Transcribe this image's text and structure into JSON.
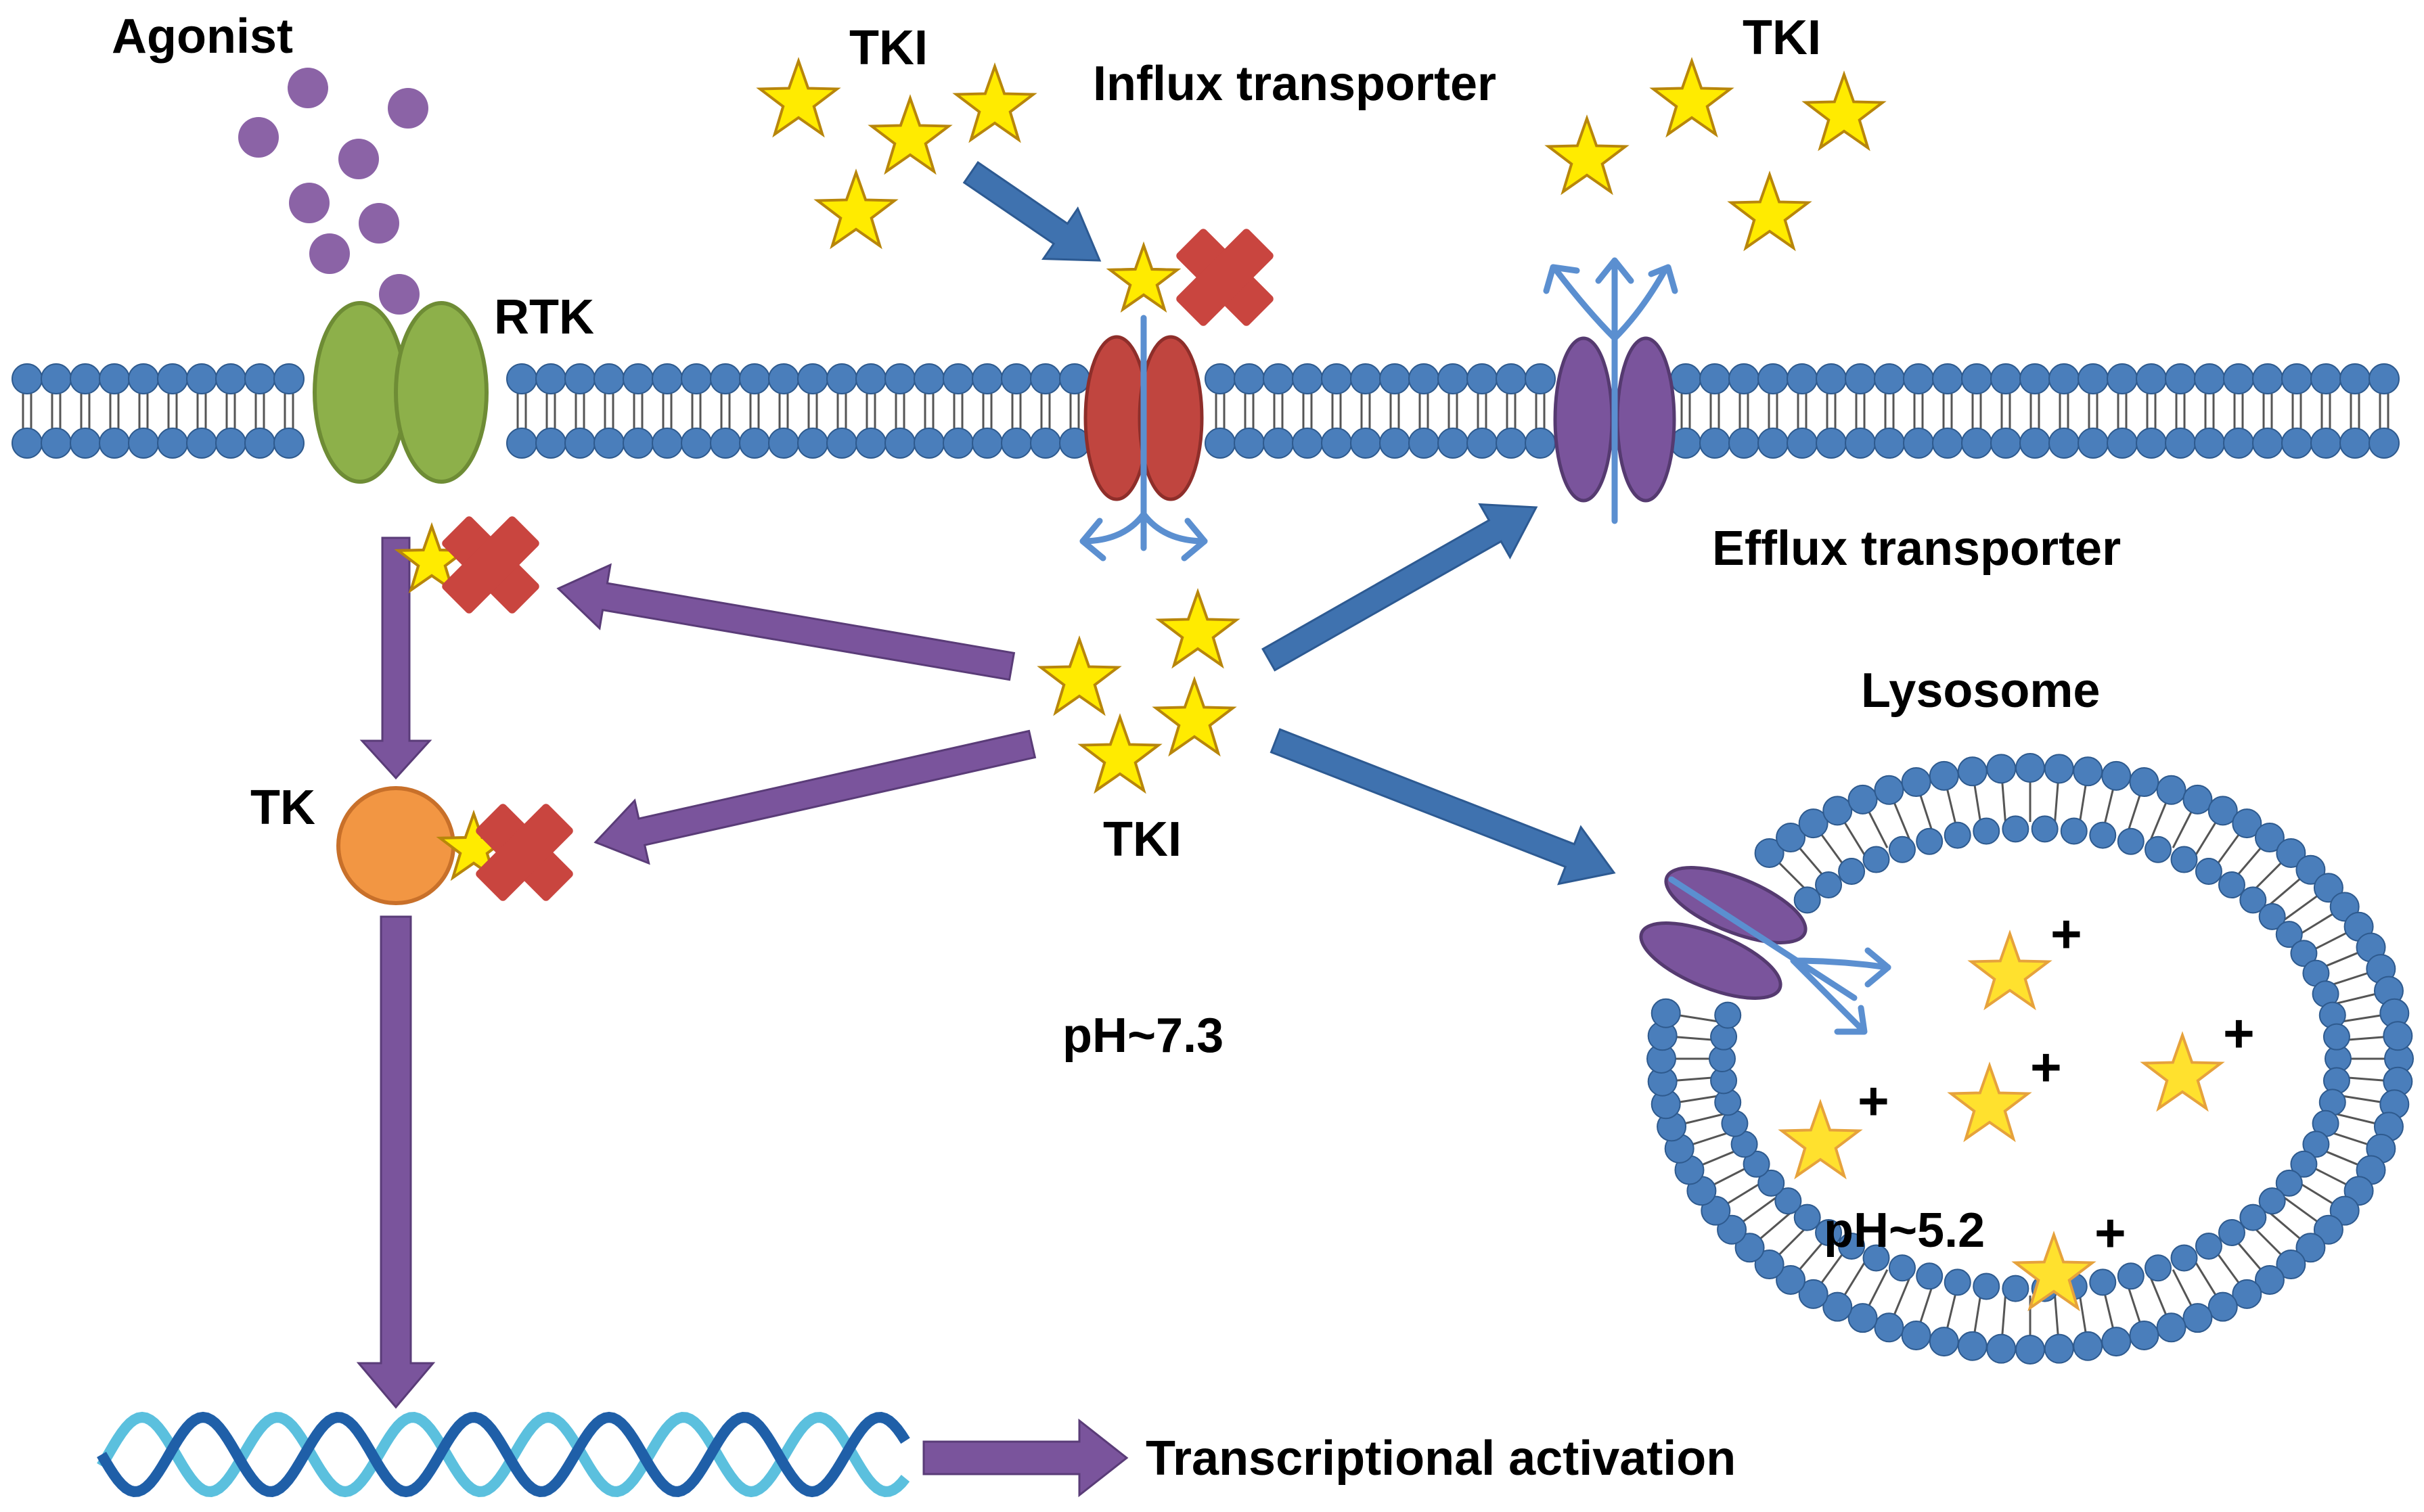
{
  "labels": {
    "agonist": "Agonist",
    "rtk": "RTK",
    "tki_top_left": "TKI",
    "influx": "Influx transporter",
    "tki_top_right": "TKI",
    "efflux": "Efflux transporter",
    "lysosome": "Lysosome",
    "tk": "TK",
    "tki_center": "TKI",
    "ph_cytosol": "pH~7.3",
    "ph_lysosome": "pH~5.2",
    "transcription": "Transcriptional activation",
    "charge": "+"
  },
  "colors": {
    "membrane_head": "#4A7EBB",
    "membrane_head_stroke": "#2E5A8E",
    "rtk": "#8DB04A",
    "influx_transporter": "#C0453F",
    "efflux_transporter": "#7A549C",
    "tk": "#F29643",
    "agonist": "#8B63A6",
    "star_fill": "#FFEB00",
    "star_stroke": "#B8860B",
    "blocked": "#C9453F",
    "purple_arrow": "#7A549C",
    "blue_arrow": "#3F72AF",
    "dna_dark": "#1F5FA8",
    "dna_light": "#5BC0DE"
  }
}
